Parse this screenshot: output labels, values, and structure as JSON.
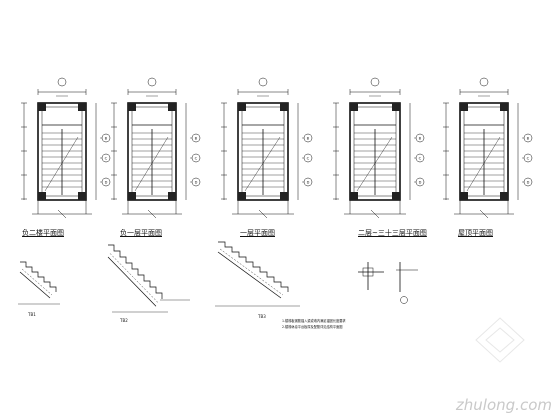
{
  "drawing": {
    "plan_titles": [
      "负二楼平面图",
      "负一层平面图",
      "一层平面图",
      "二层~三十三层平面图",
      "屋顶平面图"
    ],
    "section_labels": [
      "TB1",
      "TB2",
      "TB3"
    ],
    "notes": [
      "1.楼梯板钢筋锚入梁或墙内满足锚固长度要求",
      "2.楼梯休息平台板厚及配筋详见结构平面图"
    ],
    "axis_bubbles": [
      "A",
      "B",
      "C",
      "D"
    ]
  },
  "watermark": {
    "text": "zhulong.com",
    "color": "#c9c9c9"
  }
}
